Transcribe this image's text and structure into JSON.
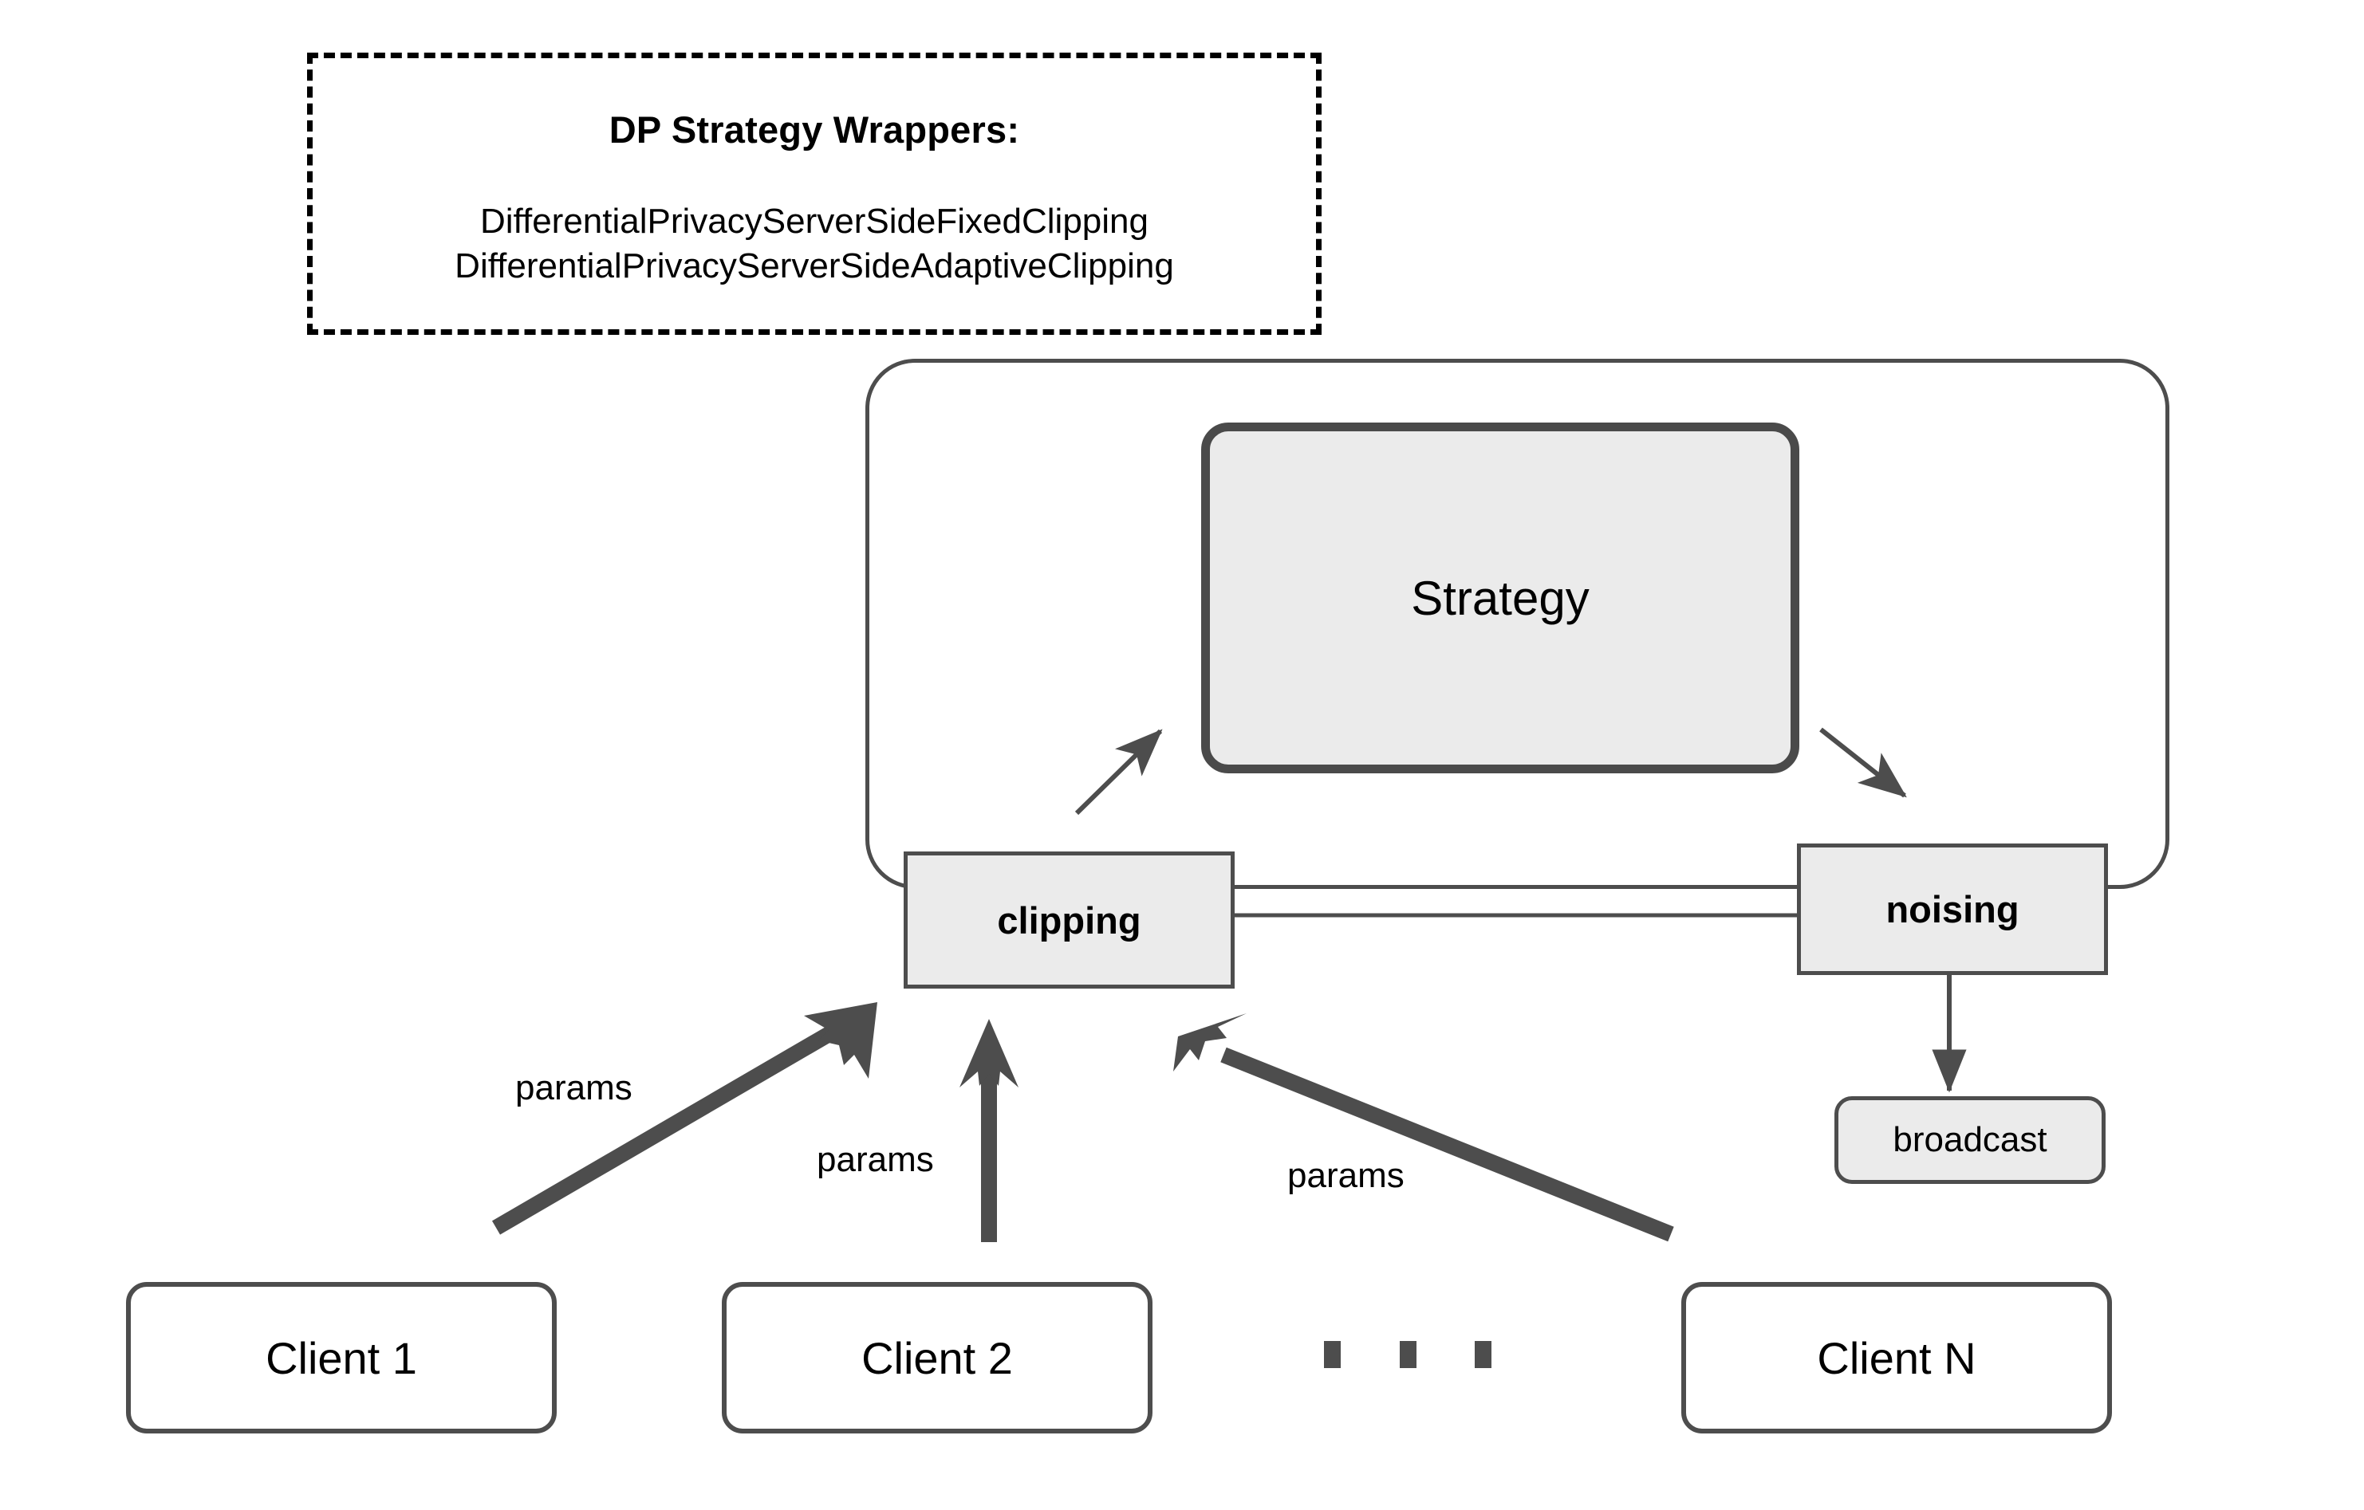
{
  "diagram": {
    "legend": {
      "title": "DP Strategy Wrappers:",
      "items": [
        "DifferentialPrivacyServerSideFixedClipping",
        "DifferentialPrivacyServerSideAdaptiveClipping"
      ]
    },
    "nodes": {
      "strategy": "Strategy",
      "clipping": "clipping",
      "noising": "noising",
      "broadcast": "broadcast"
    },
    "clients": [
      {
        "label": "Client 1"
      },
      {
        "label": "Client 2"
      },
      {
        "label": "Client N"
      }
    ],
    "ellipsis": "...",
    "edge_labels": {
      "params_1": "params",
      "params_2": "params",
      "params_3": "params"
    },
    "colors": {
      "node_fill": "#ebebeb",
      "client_fill": "#ffffff",
      "stroke": "#4d4d4d",
      "strategy_stroke": "#4a4a4a",
      "legend_stroke": "#000000",
      "background": "#ffffff",
      "text": "#000000"
    }
  }
}
